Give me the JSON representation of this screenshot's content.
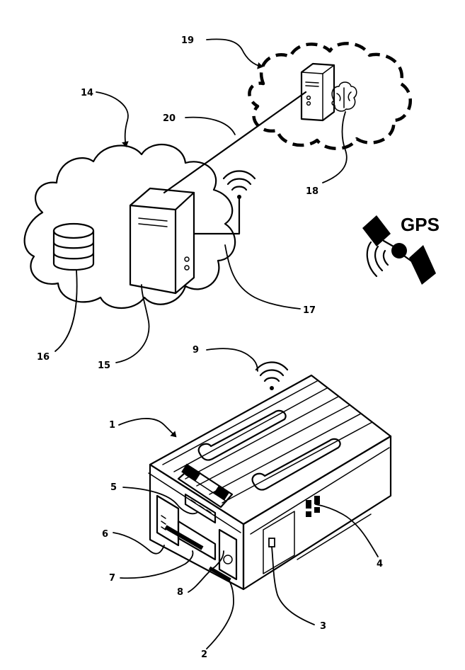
{
  "labels": {
    "device": "1",
    "connector": "2",
    "port": "3",
    "vent": "4",
    "display": "5",
    "panel_left": "6",
    "panel_front": "7",
    "panel_side": "8",
    "wireless_device": "9",
    "local_cloud": "14",
    "local_server": "15",
    "database": "16",
    "antenna": "17",
    "ai_module": "18",
    "remote_cloud": "19",
    "link": "20"
  },
  "gps": {
    "text": "GPS"
  },
  "colors": {
    "ink": "#000000",
    "background": "#ffffff"
  }
}
